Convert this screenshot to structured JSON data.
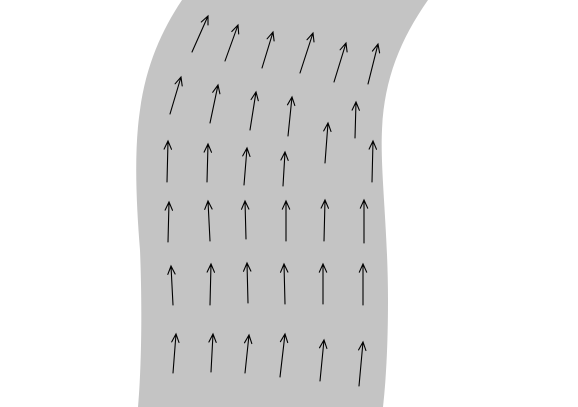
{
  "figure": {
    "kind": "vector-field-in-curved-channel",
    "colors": {
      "background": "#ffffff",
      "channel_fill": "#c4c4c4",
      "arrow_stroke": "#000000"
    },
    "arrow_grid": {
      "rows": 6,
      "columns": 6
    }
  }
}
